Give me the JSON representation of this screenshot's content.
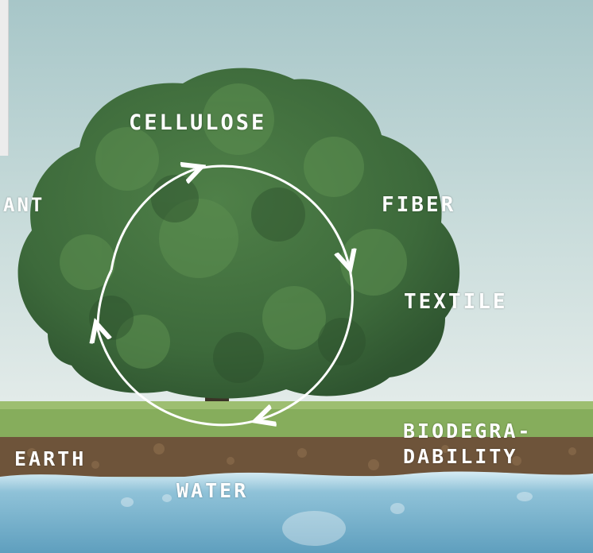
{
  "labels": {
    "cellulose": "CELLULOSE",
    "fiber": "FIBER",
    "textile": "TEXTILE",
    "biodegra": "BIODEGRA-",
    "dability": "DABILITY",
    "water": "WATER",
    "earth": "EARTH",
    "plant": "ANT"
  },
  "colors": {
    "sky_top": "#a9c8c9",
    "sky_bottom": "#e2ecea",
    "foliage": "#3e6e3e",
    "foliage_light": "#5f8f55",
    "grass": "#7fa857",
    "soil": "#6d5337",
    "water": "#7fb7cf",
    "label": "#ffffff"
  }
}
